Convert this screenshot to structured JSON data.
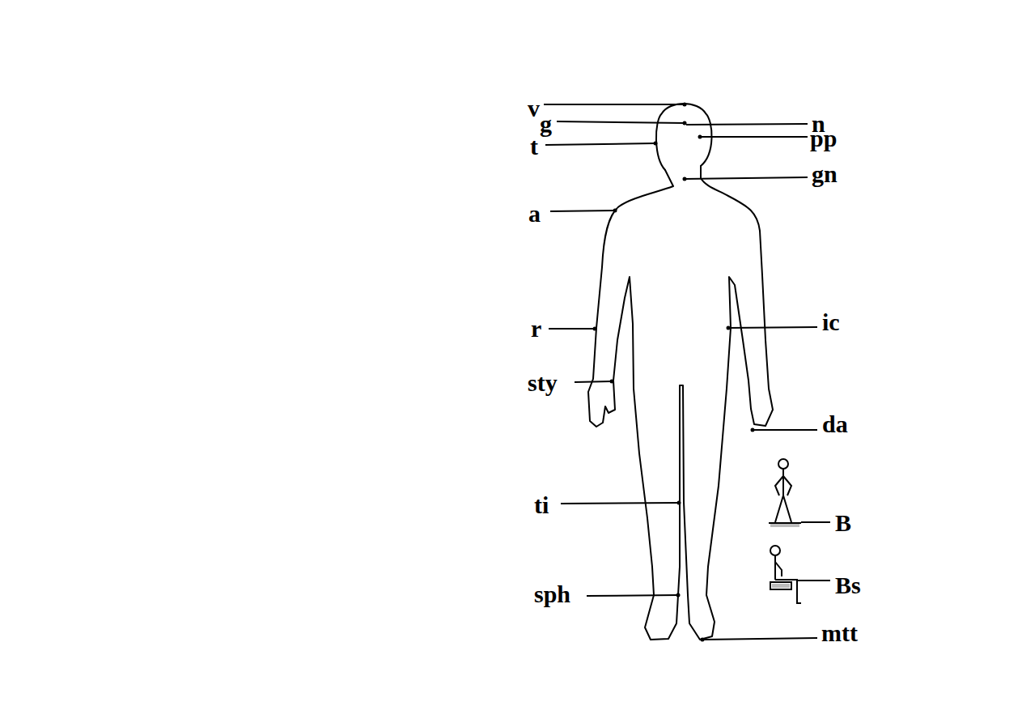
{
  "diagram": {
    "labels": [
      "v",
      "g",
      "t",
      "n",
      "pp",
      "gn",
      "a",
      "r",
      "ic",
      "sty",
      "da",
      "ti",
      "sph",
      "mtt",
      "B",
      "Bs"
    ]
  }
}
